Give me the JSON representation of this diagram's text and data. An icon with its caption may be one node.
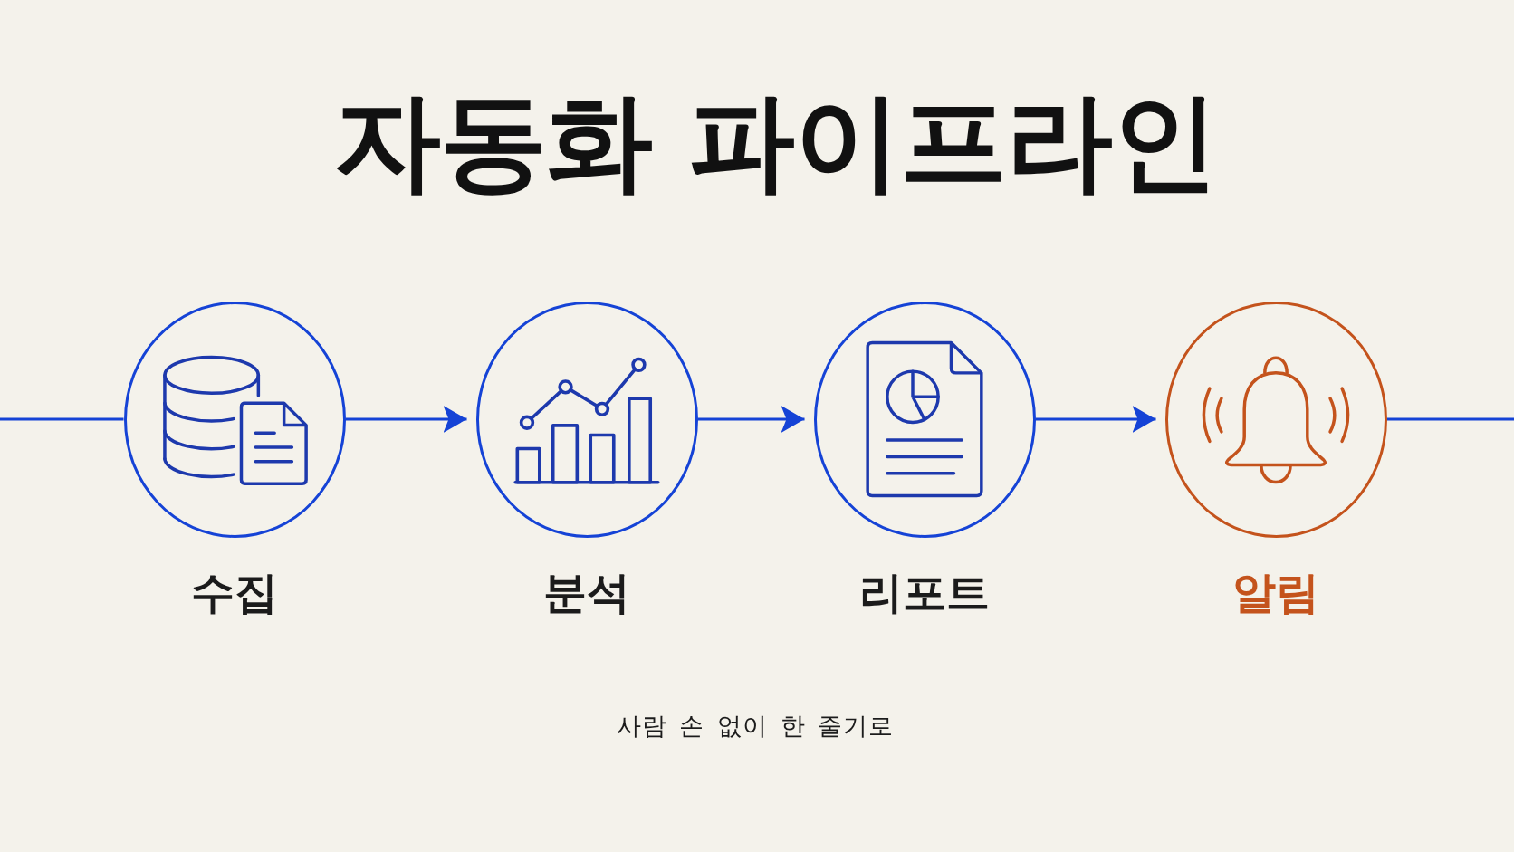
{
  "diagram": {
    "title": "자동화 파이프라인",
    "nodes": [
      {
        "text": [
          "수집"
        ]
      },
      {
        "text": [
          "분석"
        ]
      },
      {
        "text": [
          "리포트"
        ]
      },
      {
        "text": [
          "알림"
        ]
      }
    ],
    "edges": [
      {
        "from": null,
        "to": 0,
        "arrow": "none"
      },
      {
        "from": 0,
        "to": 1,
        "arrow": "to"
      },
      {
        "from": 1,
        "to": 2,
        "arrow": "to"
      },
      {
        "from": 2,
        "to": 3,
        "arrow": "to"
      },
      {
        "from": 3,
        "to": null,
        "arrow": "none"
      }
    ],
    "caption": "사람 손 없이 한 줄기로"
  }
}
